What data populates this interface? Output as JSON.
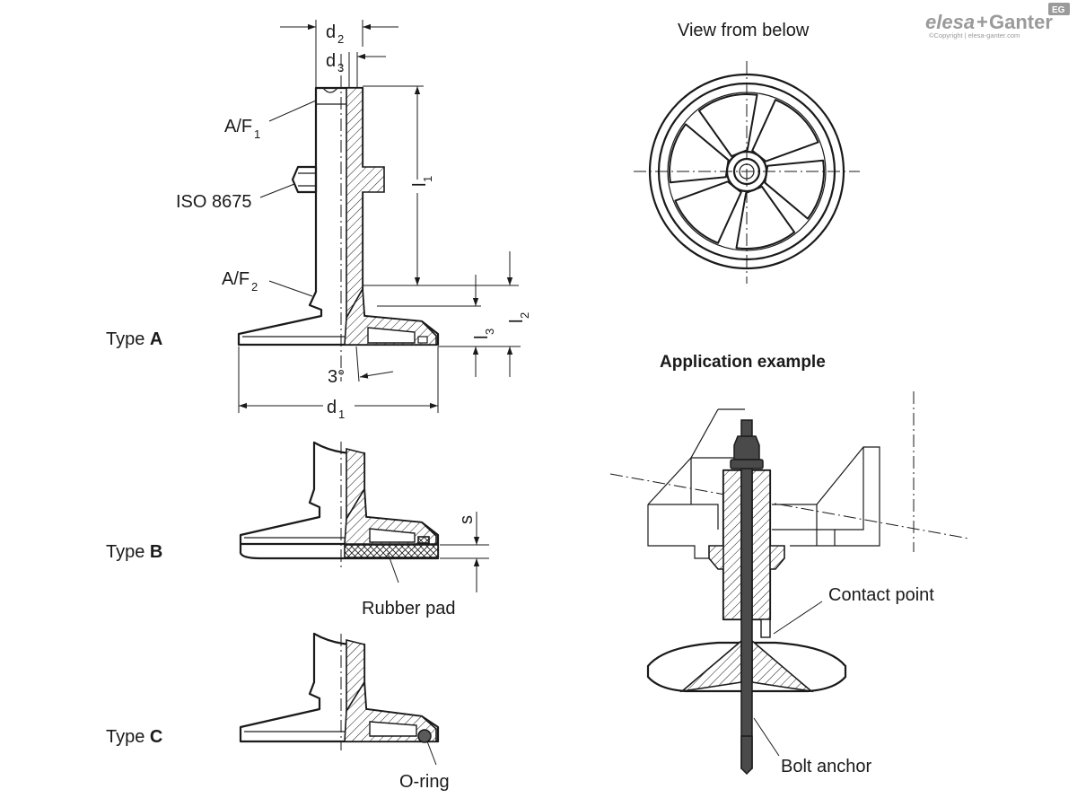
{
  "labels": {
    "d2_main": "d",
    "d2_sub": "2",
    "d3_main": "d",
    "d3_sub": "3",
    "af1_main": "A/F",
    "af1_sub": "1",
    "iso": "ISO 8675",
    "l1_main": "l",
    "l1_sub": "1",
    "af2_main": "A/F",
    "af2_sub": "2",
    "l3_main": "l",
    "l3_sub": "3",
    "l2_main": "l",
    "l2_sub": "2",
    "angle": "3°",
    "d1_main": "d",
    "d1_sub": "1",
    "s": "s",
    "rubber_pad": "Rubber pad",
    "o_ring": "O-ring",
    "view_below": "View from below",
    "application": "Application example",
    "contact_point": "Contact point",
    "bolt_anchor": "Bolt anchor"
  },
  "types": {
    "a_prefix": "Type ",
    "a_letter": "A",
    "b_prefix": "Type ",
    "b_letter": "B",
    "c_prefix": "Type ",
    "c_letter": "C"
  },
  "logo": {
    "brand_a": "elesa",
    "plus": "+",
    "brand_b": "Ganter",
    "badge": "EG",
    "copyright": "©Copyright | elesa-ganter.com"
  },
  "colors": {
    "line": "#1a1a1a",
    "logo": "#9a9a9a",
    "bolt": "#4a4a4a"
  }
}
